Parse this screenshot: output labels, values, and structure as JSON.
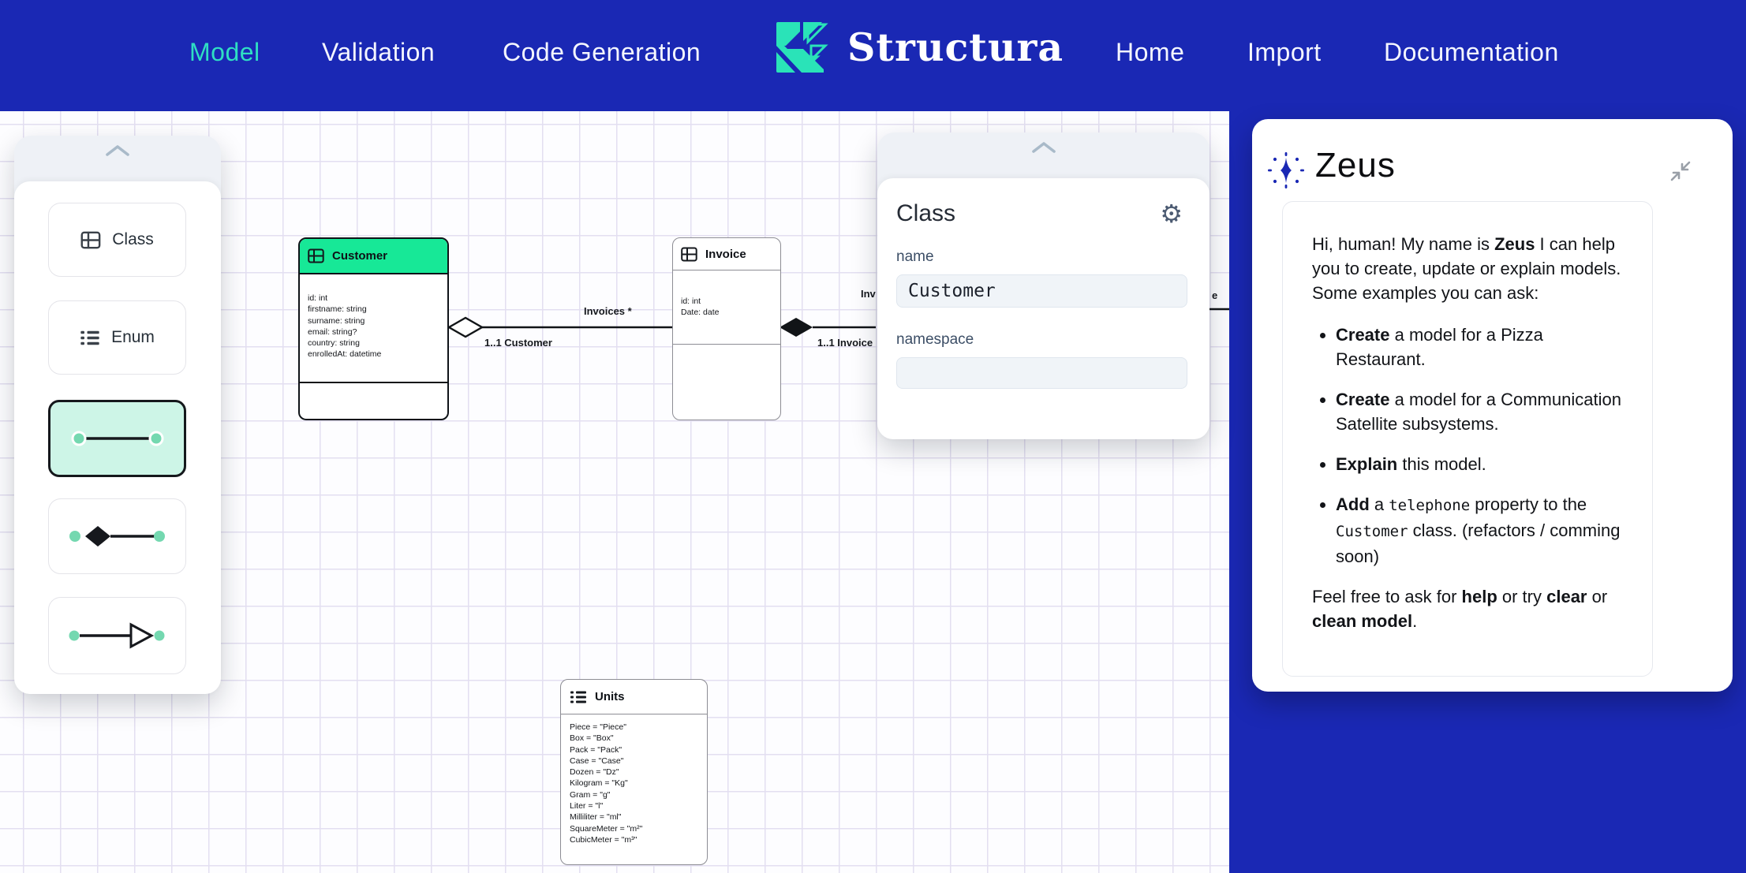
{
  "colors": {
    "navbar_blue": "#1a28b4",
    "accent_teal": "#2fdfc3",
    "logo_teal": "#2ae3b8",
    "node_header_green": "#17e897",
    "selected_connector_mint": "#cdf5e7"
  },
  "icons": {
    "gear": "⚙"
  },
  "navbar": {
    "left": [
      "Model",
      "Validation",
      "Code Generation"
    ],
    "brand": "Structura",
    "right": [
      "Home",
      "Import",
      "Documentation"
    ]
  },
  "palette": {
    "class_label": "Class",
    "enum_label": "Enum"
  },
  "canvas": {
    "customer": {
      "title": "Customer",
      "attributes": [
        "id: int",
        "firstname: string",
        "surname: string",
        "email: string?",
        "country: string",
        "enrolledAt: datetime"
      ]
    },
    "invoice": {
      "title": "Invoice",
      "attributes": [
        "id: int",
        "Date: date"
      ]
    },
    "units": {
      "title": "Units",
      "values": [
        "Piece = \"Piece\"",
        "Box = \"Box\"",
        "Pack = \"Pack\"",
        "Case = \"Case\"",
        "Dozen = \"Dz\"",
        "Kilogram = \"Kg\"",
        "Gram = \"g\"",
        "Liter = \"l\"",
        "Milliliter = \"ml\"",
        "SquareMeter = \"m²\"",
        "CubicMeter = \"m³\""
      ]
    },
    "edge_customer_invoice": {
      "target_label": "Invoices *",
      "source_label": "1..1 Customer"
    },
    "edge_invoice_right": {
      "target_label_partial": "Inv",
      "source_label": "1..1 Invoice",
      "sliver_label": "e"
    }
  },
  "properties": {
    "title": "Class",
    "name_label": "name",
    "name_value": "Customer",
    "namespace_label": "namespace",
    "namespace_value": ""
  },
  "assistant": {
    "title": "Zeus",
    "intro": [
      {
        "t": "Hi, human! My name is "
      },
      {
        "t": "Zeus",
        "b": true
      },
      {
        "t": " I can help you to create, update or explain models. Some examples you can ask:"
      }
    ],
    "bullets": [
      [
        {
          "t": "Create",
          "b": true
        },
        {
          "t": " a model for a Pizza Restaurant."
        }
      ],
      [
        {
          "t": "Create",
          "b": true
        },
        {
          "t": " a model for a Communication Satellite subsystems."
        }
      ],
      [
        {
          "t": "Explain",
          "b": true
        },
        {
          "t": " this model."
        }
      ],
      [
        {
          "t": "Add",
          "b": true
        },
        {
          "t": " a "
        },
        {
          "t": "telephone",
          "m": true
        },
        {
          "t": " property to the "
        },
        {
          "t": "Customer",
          "m": true
        },
        {
          "t": " class. (refactors / comming soon)"
        }
      ]
    ],
    "footer": [
      {
        "t": "Feel free to ask for "
      },
      {
        "t": "help",
        "b": true
      },
      {
        "t": " or try "
      },
      {
        "t": "clear",
        "b": true
      },
      {
        "t": " or "
      },
      {
        "t": "clean model",
        "b": true
      },
      {
        "t": "."
      }
    ]
  }
}
